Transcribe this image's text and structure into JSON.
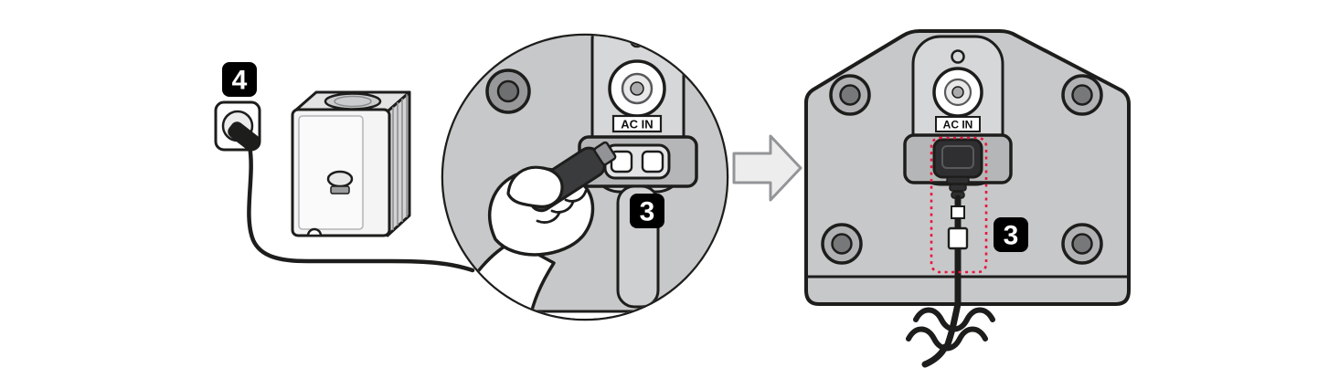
{
  "figure": {
    "kind": "appliance-power-connection-instruction-diagram",
    "badges": {
      "step4": "4",
      "step3_zoom": "3",
      "step3_panel": "3"
    },
    "labels": {
      "ac_in_zoom": "AC IN",
      "ac_in_panel": "AC IN"
    },
    "colors": {
      "outline": "#1d1d1b",
      "panel_gray": "#c7c8ca",
      "recess_gray": "#b5b6b8",
      "column_gray": "#d6d7d9",
      "badge_black": "#000000",
      "highlight_red": "#e8173d",
      "arrow_fill": "#ededee",
      "arrow_stroke": "#939598"
    }
  }
}
